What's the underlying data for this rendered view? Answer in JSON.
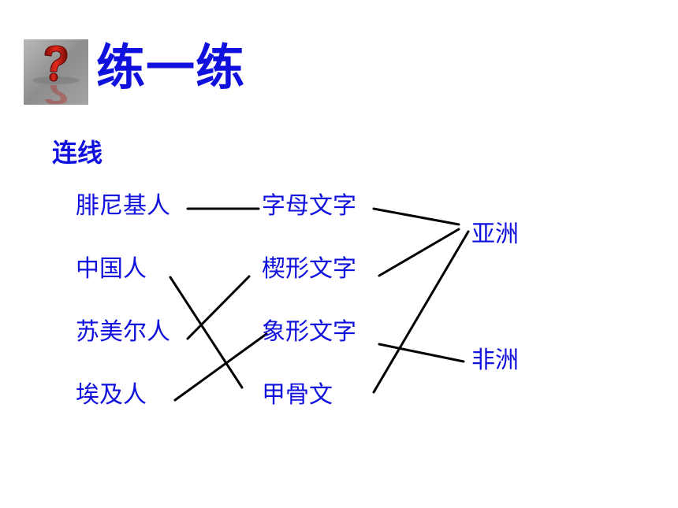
{
  "title": "练一练",
  "subtitle": "连线",
  "icon": "question-mark-icon",
  "colors": {
    "text": "#1111dd",
    "lines": "#000000",
    "icon_background": "#9a9a9a",
    "icon_red": "#d21a10"
  },
  "peoples": [
    "腓尼基人",
    "中国人",
    "苏美尔人",
    "埃及人"
  ],
  "scripts": [
    "字母文字",
    "楔形文字",
    "象形文字",
    "甲骨文"
  ],
  "continents": [
    "亚洲",
    "非洲"
  ],
  "matches": [
    {
      "people": "腓尼基人",
      "script": "字母文字"
    },
    {
      "people": "中国人",
      "script": "甲骨文"
    },
    {
      "people": "苏美尔人",
      "script": "楔形文字"
    },
    {
      "people": "埃及人",
      "script": "象形文字"
    },
    {
      "script": "字母文字",
      "continent": "亚洲"
    },
    {
      "script": "楔形文字",
      "continent": "亚洲"
    },
    {
      "script": "甲骨文",
      "continent": "亚洲"
    },
    {
      "script": "象形文字",
      "continent": "非洲"
    }
  ]
}
